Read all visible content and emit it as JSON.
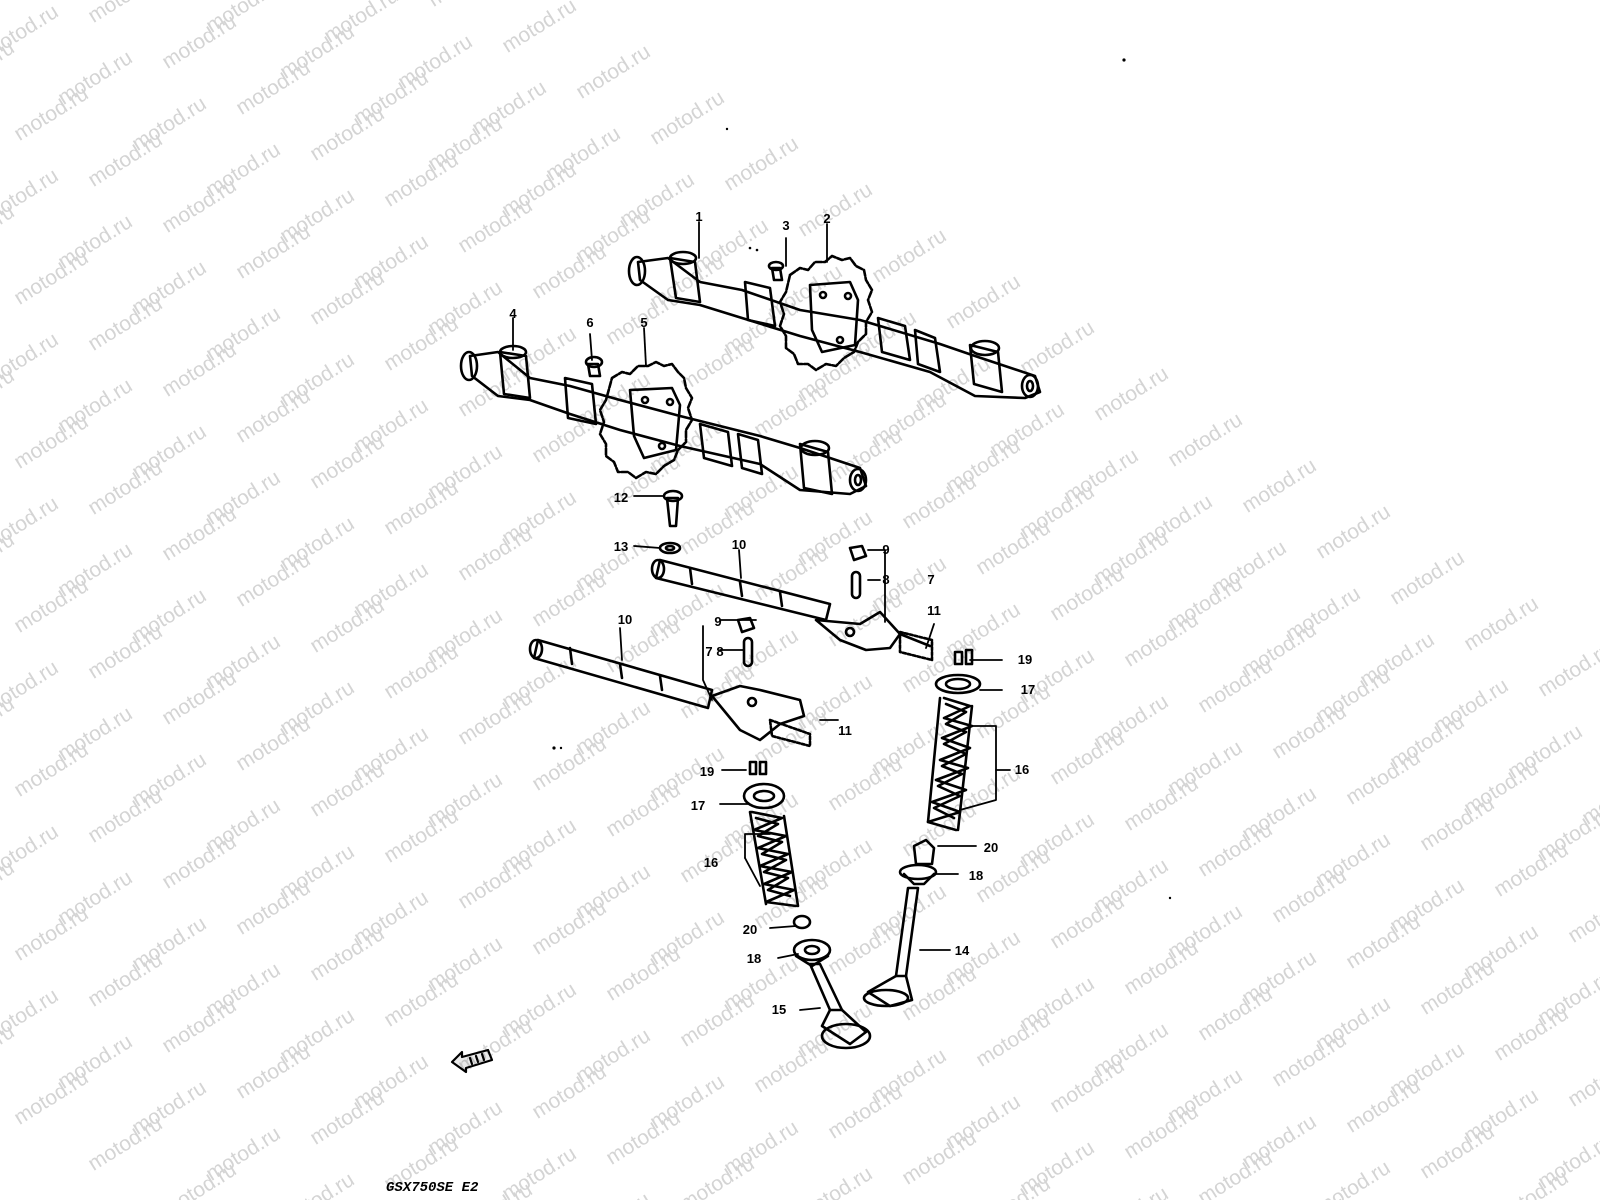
{
  "watermark": {
    "text": "motod.ru",
    "color": "#d4d4d4"
  },
  "diagram": {
    "model_code": "GSX750SE E2",
    "callouts": [
      "1",
      "3",
      "2",
      "4",
      "6",
      "5",
      "12",
      "13",
      "10",
      "9",
      "8",
      "7",
      "11",
      "9",
      "7",
      "8",
      "10",
      "11",
      "19",
      "17",
      "16",
      "19",
      "17",
      "16",
      "20",
      "18",
      "20",
      "18",
      "14",
      "15"
    ],
    "front_indicator_icon": "front-arrow-icon"
  }
}
